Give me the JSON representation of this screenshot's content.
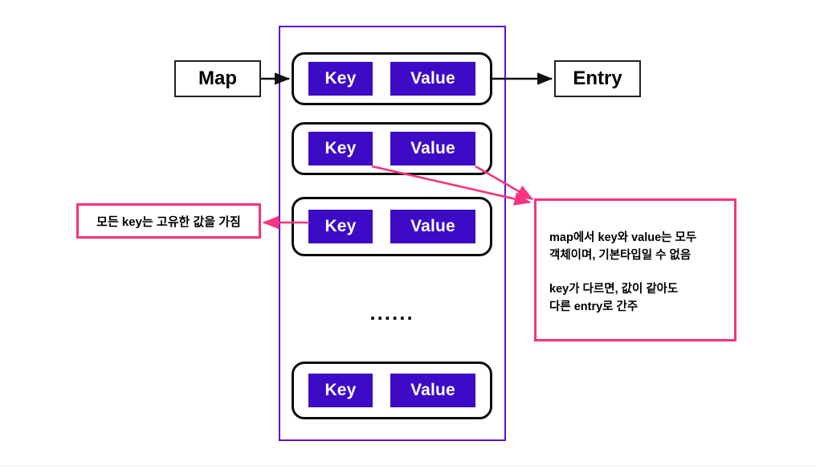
{
  "diagram": {
    "title_labels": {
      "map": "Map",
      "entry": "Entry"
    },
    "container": {
      "name": "map-container",
      "border_color": "#5b10e0"
    },
    "entries": [
      {
        "key_label": "Key",
        "value_label": "Value"
      },
      {
        "key_label": "Key",
        "value_label": "Value"
      },
      {
        "key_label": "Key",
        "value_label": "Value"
      },
      {
        "key_label": "Key",
        "value_label": "Value"
      }
    ],
    "ellipsis": "......",
    "notes": {
      "left": {
        "text": "모든 key는 고유한 값을 가짐"
      },
      "right": {
        "line1": "map에서 key와 value는 모두",
        "line2": "객체이며, 기본타입일 수 없음",
        "line3": "key가 다르면, 값이 같아도",
        "line4": "다른 entry로 간주"
      }
    },
    "colors": {
      "kv_fill": "#3d0bc6",
      "kv_text": "#ffffff",
      "container_border": "#5b10e0",
      "note_border": "#f6347f",
      "arrow_black": "#111111",
      "arrow_pink": "#f6347f",
      "background": "#ffffff"
    }
  }
}
